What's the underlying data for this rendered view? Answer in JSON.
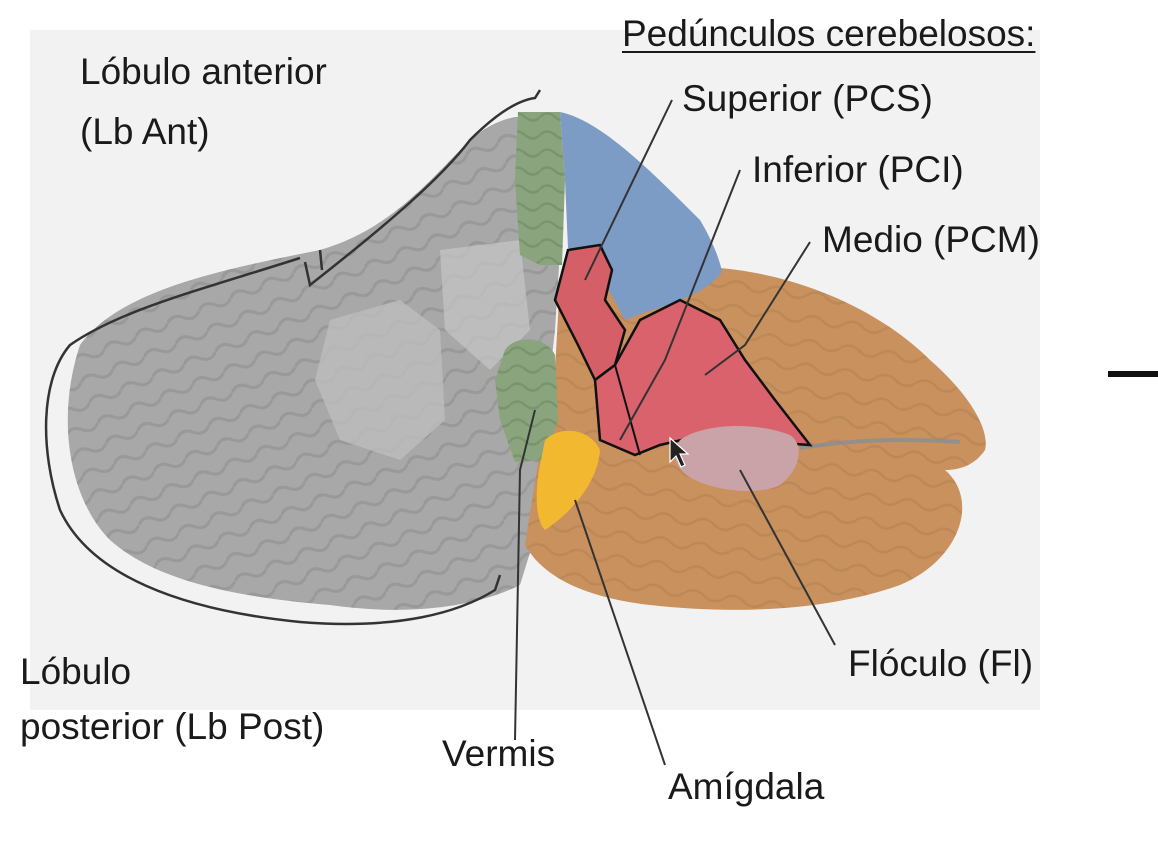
{
  "title": "Pedúnculos cerebelosos:",
  "labels": {
    "anterior_lobe_line1": "Lóbulo anterior",
    "anterior_lobe_line2": "(Lb Ant)",
    "posterior_lobe_line1": "Lóbulo",
    "posterior_lobe_line2": "posterior (Lb Post)",
    "superior": "Superior (PCS)",
    "inferior": "Inferior (PCI)",
    "medio": "Medio (PCM)",
    "floculo": "Flóculo (Fl)",
    "vermis": "Vermis",
    "amigdala": "Amígdala"
  },
  "colors": {
    "cerebellum_gray": "#a6a6a6",
    "vermis_green": "#8aa57d",
    "superior_blue": "#7c9bc5",
    "inferior_red": "#d45f66",
    "medio_red": "#d9626c",
    "floculo_pink": "#c9a3a8",
    "amigdala_yellow": "#f2b830",
    "hemisphere_tan": "#c8915d"
  }
}
